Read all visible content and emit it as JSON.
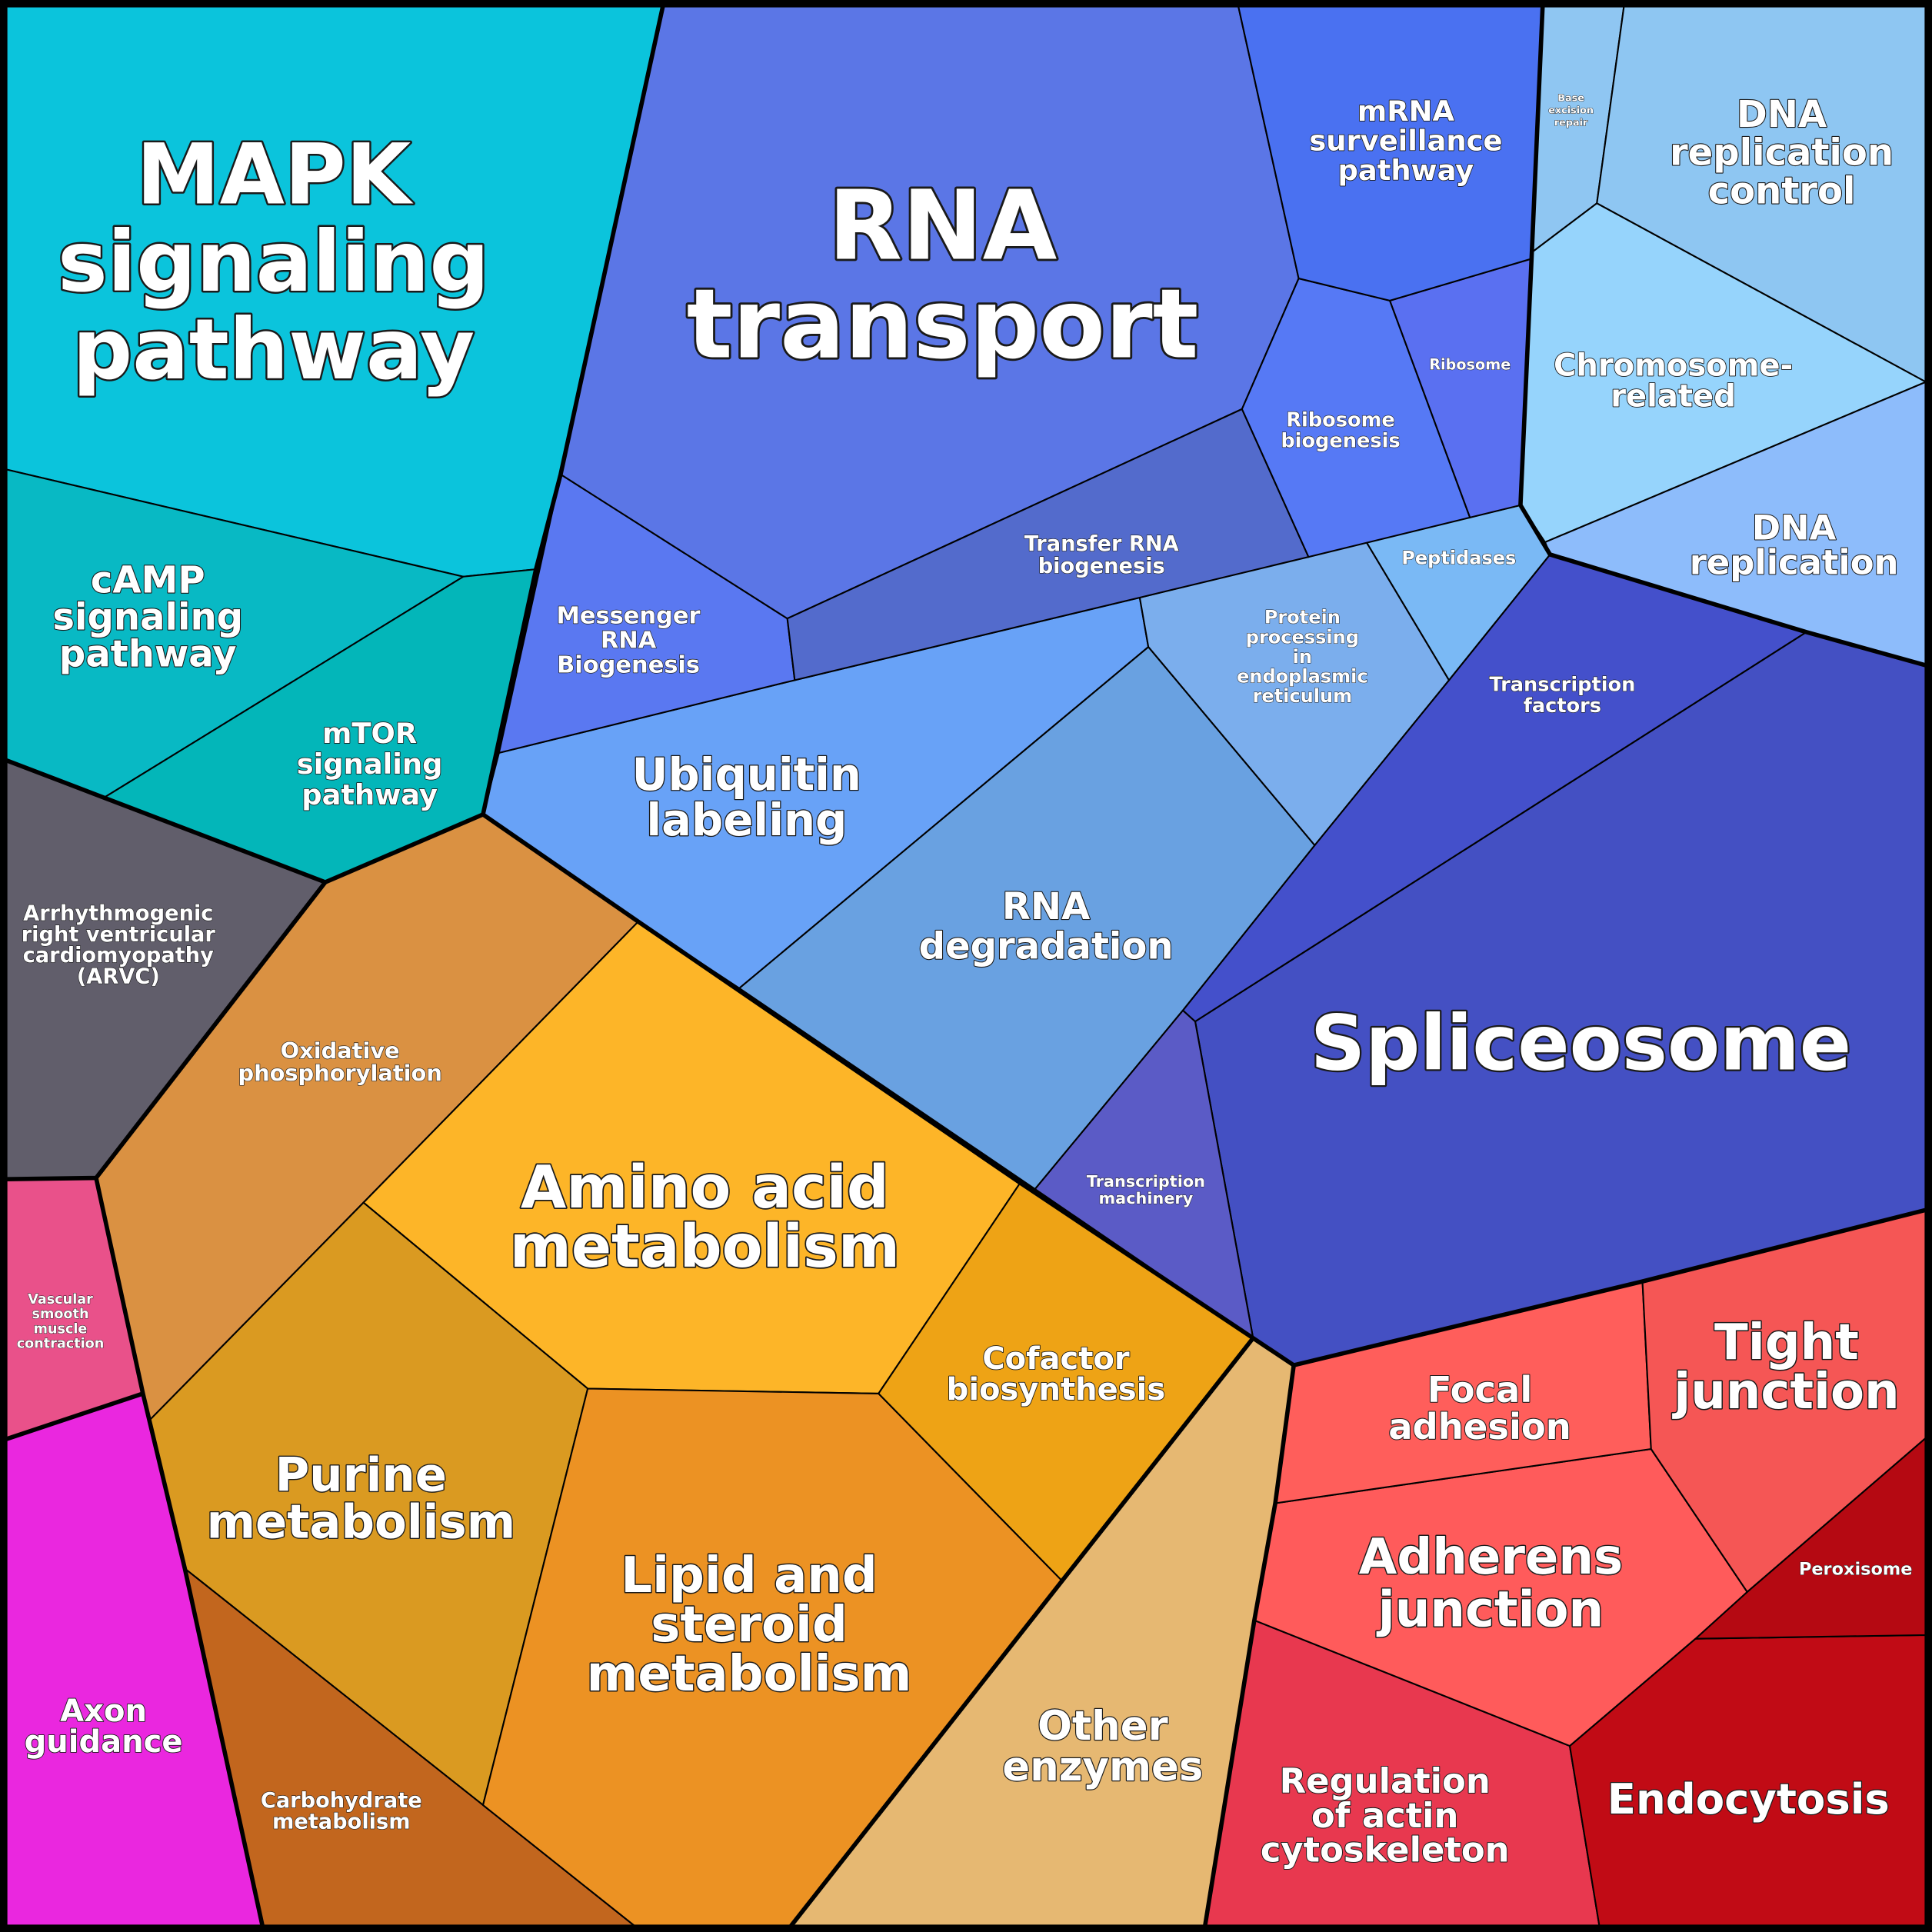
{
  "cells": [
    {
      "id": "mapk",
      "label": [
        "MAPK",
        "signaling",
        "pathway"
      ],
      "color": "#0bc4dc"
    },
    {
      "id": "camp",
      "label": [
        "cAMP",
        "signaling",
        "pathway"
      ],
      "color": "#08b9c4"
    },
    {
      "id": "mtor",
      "label": [
        "mTOR",
        "signaling",
        "pathway"
      ],
      "color": "#03b6b9"
    },
    {
      "id": "arvc",
      "label": [
        "Arrhythmogenic",
        "right ventricular",
        "cardiomyopathy",
        "(ARVC)"
      ],
      "color": "#615e6b"
    },
    {
      "id": "vascular",
      "label": [
        "Vascular",
        "smooth",
        "muscle",
        "contraction"
      ],
      "color": "#e9518a"
    },
    {
      "id": "axon",
      "label": [
        "Axon",
        "guidance"
      ],
      "color": "#ea27df"
    },
    {
      "id": "oxidative",
      "label": [
        "Oxidative",
        "phosphorylation"
      ],
      "color": "#da9142"
    },
    {
      "id": "amino",
      "label": [
        "Amino acid",
        "metabolism"
      ],
      "color": "#fdb528"
    },
    {
      "id": "purine",
      "label": [
        "Purine",
        "metabolism"
      ],
      "color": "#da9a21"
    },
    {
      "id": "carbohydrate",
      "label": [
        "Carbohydrate",
        "metabolism"
      ],
      "color": "#c2661e"
    },
    {
      "id": "lipid",
      "label": [
        "Lipid and",
        "steroid",
        "metabolism"
      ],
      "color": "#ec9223"
    },
    {
      "id": "cofactor",
      "label": [
        "Cofactor",
        "biosynthesis"
      ],
      "color": "#eea315"
    },
    {
      "id": "other",
      "label": [
        "Other",
        "enzymes"
      ],
      "color": "#e6b872"
    },
    {
      "id": "actin",
      "label": [
        "Regulation",
        "of actin",
        "cytoskeleton"
      ],
      "color": "#e8384f"
    },
    {
      "id": "endocytosis",
      "label": [
        "Endocytosis"
      ],
      "color": "#c10b15"
    },
    {
      "id": "peroxisome",
      "label": [
        "Peroxisome"
      ],
      "color": "#b50912"
    },
    {
      "id": "adherens",
      "label": [
        "Adherens",
        "junction"
      ],
      "color": "#ff5b5b"
    },
    {
      "id": "focal",
      "label": [
        "Focal",
        "adhesion"
      ],
      "color": "#ff5e5b"
    },
    {
      "id": "tight",
      "label": [
        "Tight",
        "junction"
      ],
      "color": "#f55655"
    },
    {
      "id": "spliceosome",
      "label": [
        "Spliceosome"
      ],
      "color": "#4450c3"
    },
    {
      "id": "tmachinery",
      "label": [
        "Transcription",
        "machinery"
      ],
      "color": "#5b5bc6"
    },
    {
      "id": "tfactors",
      "label": [
        "Transcription",
        "factors"
      ],
      "color": "#4450cb"
    },
    {
      "id": "rnadeg",
      "label": [
        "RNA",
        "degradation"
      ],
      "color": "#69a1e1"
    },
    {
      "id": "ubiquitin",
      "label": [
        "Ubiquitin",
        "labeling"
      ],
      "color": "#68a2f7"
    },
    {
      "id": "protein",
      "label": [
        "Protein",
        "processing",
        "in",
        "endoplasmic",
        "reticulum"
      ],
      "color": "#7baeed"
    },
    {
      "id": "peptidases",
      "label": [
        "Peptidases"
      ],
      "color": "#7ab9f5"
    },
    {
      "id": "messenger",
      "label": [
        "Messenger",
        "RNA",
        "Biogenesis"
      ],
      "color": "#5a78f1"
    },
    {
      "id": "rnatransport",
      "label": [
        "RNA",
        "transport"
      ],
      "color": "#5b76e6"
    },
    {
      "id": "transfer",
      "label": [
        "Transfer RNA",
        "biogenesis"
      ],
      "color": "#536bcc"
    },
    {
      "id": "ribobio",
      "label": [
        "Ribosome",
        "biogenesis"
      ],
      "color": "#5679f5"
    },
    {
      "id": "ribosome",
      "label": [
        "Ribosome"
      ],
      "color": "#5a70f1"
    },
    {
      "id": "mrnasurv",
      "label": [
        "mRNA",
        "surveillance",
        "pathway"
      ],
      "color": "#4a71f1"
    },
    {
      "id": "base",
      "label": [
        "Base",
        "excision",
        "repair"
      ],
      "color": "#8fc6f2"
    },
    {
      "id": "dnacontrol",
      "label": [
        "DNA",
        "replication",
        "control"
      ],
      "color": "#8ec6f2"
    },
    {
      "id": "chromosome",
      "label": [
        "Chromosome-",
        "related"
      ],
      "color": "#96d4fc"
    },
    {
      "id": "dnarep",
      "label": [
        "DNA",
        "replication"
      ],
      "color": "#8dbcfb"
    }
  ]
}
